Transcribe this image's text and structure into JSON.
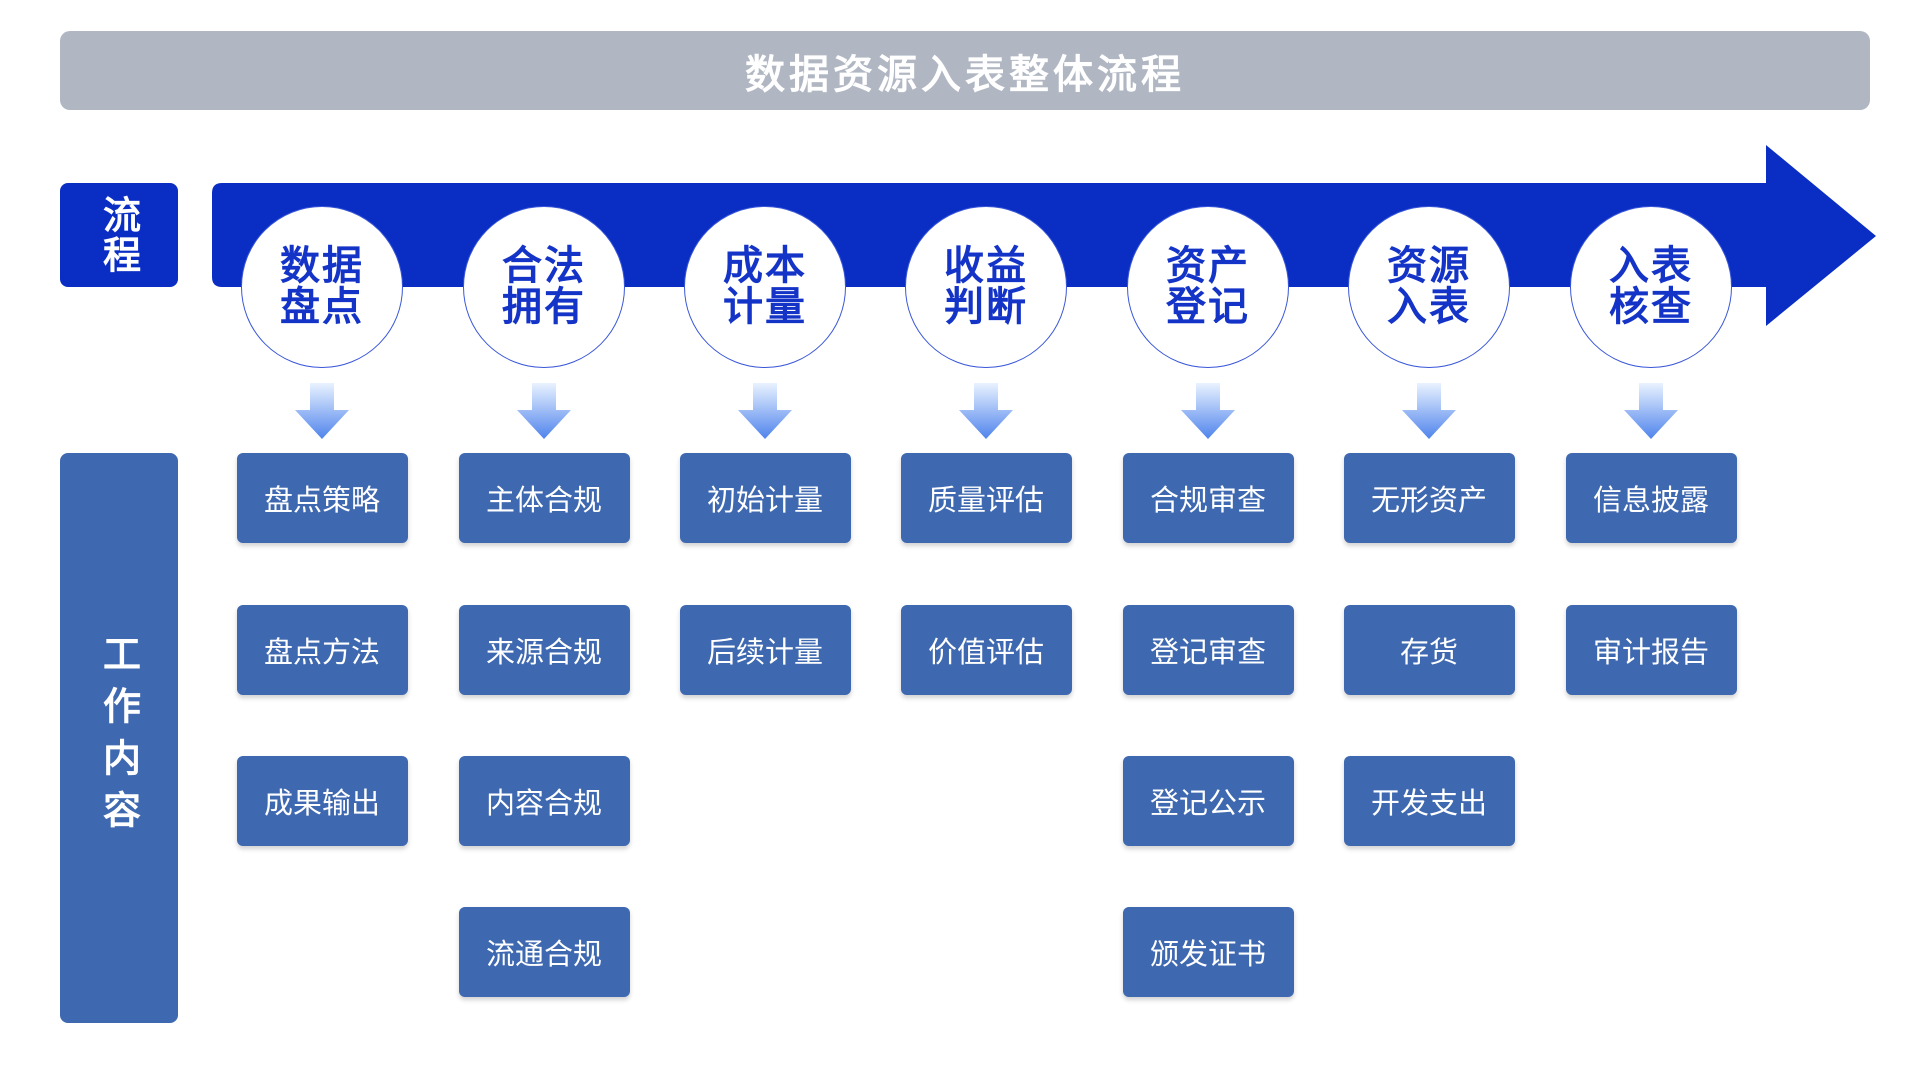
{
  "title": "数据资源入表整体流程",
  "labels": {
    "process": "流程",
    "work": "工作内容"
  },
  "colors": {
    "title_bar": "#b0b7c3",
    "process_blue": "#0a2ec4",
    "work_blue": "#3e68b0",
    "circle_text": "#1434c8"
  },
  "stages": [
    {
      "label": "数据\n盘点",
      "tasks": [
        "盘点策略",
        "盘点方法",
        "成果输出"
      ]
    },
    {
      "label": "合法\n拥有",
      "tasks": [
        "主体合规",
        "来源合规",
        "内容合规",
        "流通合规"
      ]
    },
    {
      "label": "成本\n计量",
      "tasks": [
        "初始计量",
        "后续计量"
      ]
    },
    {
      "label": "收益\n判断",
      "tasks": [
        "质量评估",
        "价值评估"
      ]
    },
    {
      "label": "资产\n登记",
      "tasks": [
        "合规审查",
        "登记审查",
        "登记公示",
        "颁发证书"
      ]
    },
    {
      "label": "资源\n入表",
      "tasks": [
        "无形资产",
        "存货",
        "开发支出"
      ]
    },
    {
      "label": "入表\n核查",
      "tasks": [
        "信息披露",
        "审计报告"
      ]
    }
  ]
}
